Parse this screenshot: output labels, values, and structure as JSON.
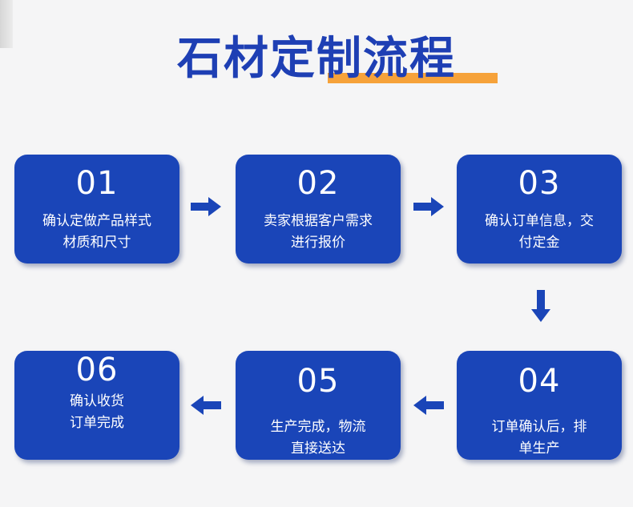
{
  "title": "石材定制流程",
  "colors": {
    "title": "#1e3fb4",
    "accent_underline": "#f6a23a",
    "step_fill": "#1a45b8",
    "step_text": "#ffffff",
    "arrow": "#1a45b8",
    "background": "#f5f5f6"
  },
  "arrow_icon": "arrow-icon",
  "steps": [
    {
      "number": "01",
      "text": "确认定做产品样式\n材质和尺寸"
    },
    {
      "number": "02",
      "text": "卖家根据客户需求\n进行报价"
    },
    {
      "number": "03",
      "text": "确认订单信息，交\n付定金"
    },
    {
      "number": "04",
      "text": "订单确认后，排\n单生产"
    },
    {
      "number": "05",
      "text": "生产完成，物流\n直接送达"
    },
    {
      "number": "06",
      "text": "确认收货\n订单完成"
    }
  ]
}
